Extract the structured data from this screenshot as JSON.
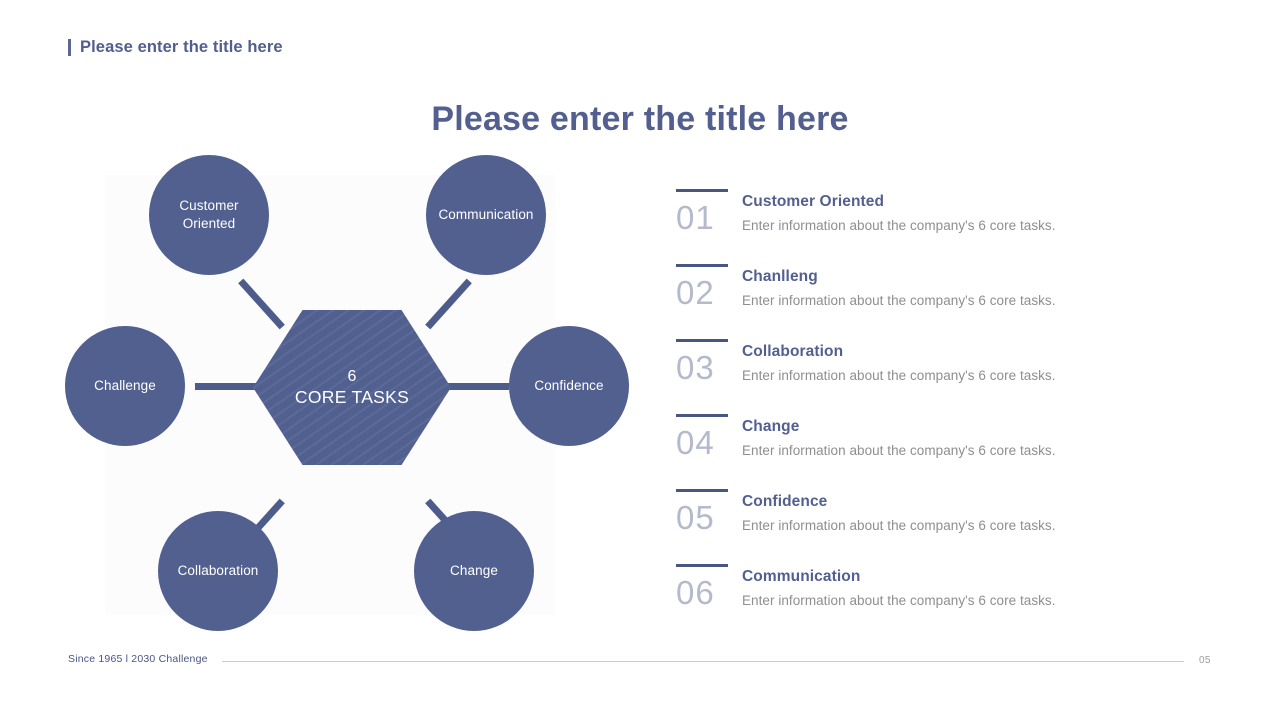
{
  "header": {
    "title": "Please enter the title here"
  },
  "main": {
    "title": "Please enter the title here"
  },
  "diagram": {
    "center": {
      "number": "6",
      "label": "CORE TASKS"
    },
    "nodes": [
      {
        "key": "customer",
        "label": "Customer\nOriented"
      },
      {
        "key": "communication",
        "label": "Communication"
      },
      {
        "key": "challenge",
        "label": "Challenge"
      },
      {
        "key": "confidence",
        "label": "Confidence"
      },
      {
        "key": "collaboration",
        "label": "Collaboration"
      },
      {
        "key": "change",
        "label": "Change"
      }
    ],
    "node_labels": {
      "customer_line1": "Customer",
      "customer_line2": "Oriented",
      "communication": "Communication",
      "challenge": "Challenge",
      "confidence": "Confidence",
      "collaboration": "Collaboration",
      "change": "Change"
    }
  },
  "list": {
    "items": [
      {
        "number": "01",
        "title": "Customer Oriented",
        "desc": "Enter information about the company's 6 core tasks."
      },
      {
        "number": "02",
        "title": "Chanlleng",
        "desc": "Enter information about the company's 6 core tasks."
      },
      {
        "number": "03",
        "title": "Collaboration",
        "desc": "Enter information about the company's 6 core tasks."
      },
      {
        "number": "04",
        "title": "Change",
        "desc": "Enter information about the company's 6 core tasks."
      },
      {
        "number": "05",
        "title": "Confidence",
        "desc": "Enter information about the company's 6 core tasks."
      },
      {
        "number": "06",
        "title": "Communication",
        "desc": "Enter information about the company's 6 core tasks."
      }
    ]
  },
  "footer": {
    "text": "Since 1965  l  2030 Challenge",
    "page": "05"
  },
  "colors": {
    "brand": "#52608f",
    "title": "#525f8f",
    "rule": "#4a5682",
    "number": "#b4b9cc",
    "desc": "#8e8e93",
    "connector": "#4e5c8c",
    "footer_line": "#c9cbd3"
  }
}
